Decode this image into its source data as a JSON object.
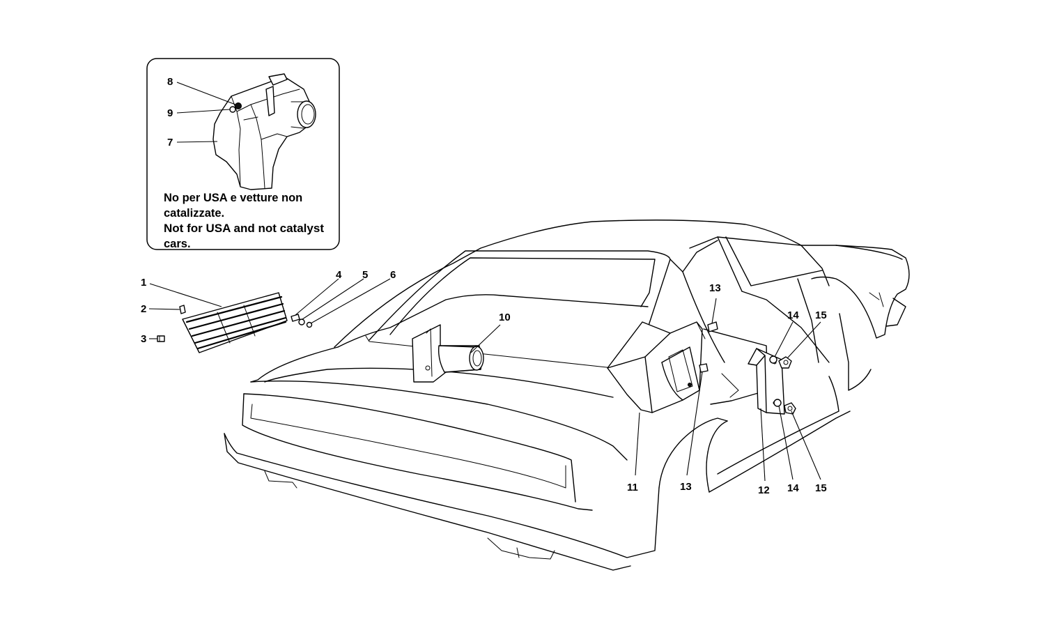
{
  "inset": {
    "note_lines": [
      "No per USA e vetture non",
      "catalizzate.",
      "Not for USA and not catalyst",
      "cars."
    ]
  },
  "callouts": {
    "c1": "1",
    "c2": "2",
    "c3": "3",
    "c4": "4",
    "c5": "5",
    "c6": "6",
    "c7": "7",
    "c8": "8",
    "c9": "9",
    "c10": "10",
    "c11": "11",
    "c12": "12",
    "c13a": "13",
    "c13b": "13",
    "c14a": "14",
    "c14b": "14",
    "c15a": "15",
    "c15b": "15"
  }
}
